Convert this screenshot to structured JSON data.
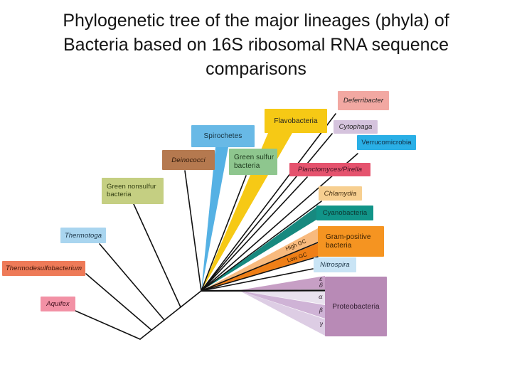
{
  "slide": {
    "title_lines": [
      "Phylogenetic tree of the major lineages (phyla) of",
      "Bacteria based on 16S ribosomal RNA sequence",
      "comparisons"
    ]
  },
  "taxa": {
    "deferribacter": {
      "label": "Deferribacter",
      "box_color": "#f2a8a2"
    },
    "flavobacteria": {
      "label": "Flavobacteria",
      "box_color": "#f6c915"
    },
    "cytophaga": {
      "label": "Cytophaga",
      "box_color": "#d5c3dd"
    },
    "verrucomicrobia": {
      "label": "Verrucomicrobia",
      "box_color": "#2aafe6"
    },
    "spirochetes": {
      "label": "Spirochetes",
      "box_color": "#68b9e6"
    },
    "green_sulfur": {
      "label_line1": "Green sulfur",
      "label_line2": "bacteria",
      "box_color": "#8ec68e"
    },
    "deinococci": {
      "label": "Deinococci",
      "box_color": "#b5794f"
    },
    "planctomyces": {
      "label": "Planctomyces/Pirella",
      "box_color": "#e5536e"
    },
    "chlamydia": {
      "label": "Chlamydia",
      "box_color": "#f7cf90"
    },
    "cyanobacteria": {
      "label": "Cyanobacteria",
      "box_color": "#119488"
    },
    "green_nonsulfur": {
      "label_line1": "Green nonsulfur",
      "label_line2": "bacteria",
      "box_color": "#c5cf82"
    },
    "gram_positive": {
      "label_line1": "Gram-positive",
      "label_line2": "bacteria",
      "box_color": "#f59421"
    },
    "thermotoga": {
      "label": "Thermotoga",
      "box_color": "#a9d5ef"
    },
    "nitrospira": {
      "label": "Nitrospira",
      "box_color": "#c9e4f5"
    },
    "thermodesulfobacterium": {
      "label": "Thermodesulfobacterium",
      "box_color": "#ee7a58"
    },
    "aquifex": {
      "label": "Aquifex",
      "box_color": "#f291a5"
    },
    "proteobacteria": {
      "label": "Proteobacteria",
      "box_color": "#b88ab6"
    }
  },
  "annotations": {
    "high_gc": "High GC",
    "low_gc": "Low GC",
    "proteo_classes": {
      "epsilon": "ε",
      "delta": "δ",
      "alpha": "α",
      "beta": "β",
      "gamma": "γ"
    }
  },
  "tree_colors": {
    "branch_line": "#111111",
    "spirochetes_wedge": "#55b1e4",
    "flavobacteria_wedge": "#f6c915",
    "cyanobacteria_wedge": "#17897f",
    "high_gc_wedge": "#f8ba7e",
    "low_gc_wedge": "#ef7f17",
    "proteo_epsilon_delta_wedge": "#c79fc5",
    "proteo_alpha_wedge": "#e9e2ee",
    "proteo_beta_wedge": "#cfb3d6",
    "proteo_gamma_wedge": "#ddcde4"
  }
}
